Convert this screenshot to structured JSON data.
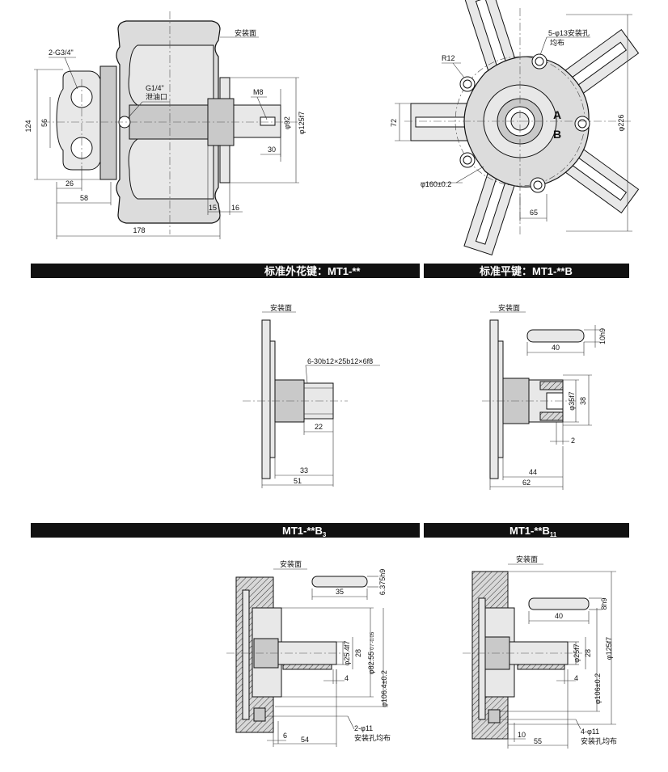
{
  "top_front": {
    "mount_face": "安装面",
    "port_thread": "2-G3/4\"",
    "drain_thread": "G1/4\"",
    "drain_label": "泄油口",
    "shaft_thread": "M8",
    "dia_92": "φ92",
    "dia_125": "φ125f7",
    "d124": "124",
    "d56": "56",
    "d26": "26",
    "d58": "58",
    "d178": "178",
    "d30": "30",
    "d15": "15",
    "d16": "16"
  },
  "top_side": {
    "holes": "5-φ13安装孔",
    "holes_note": "均布",
    "radius": "R12",
    "port_a": "A",
    "port_b": "B",
    "d72": "72",
    "pcd": "φ160±0.2",
    "d65": "65",
    "dia_226": "φ226"
  },
  "bars": {
    "spline": "标准外花键：MT1-**",
    "flat_key": "标准平键：MT1-**B",
    "b3": "MT1-**B",
    "b3_sub": "3",
    "b11": "MT1-**B",
    "b11_sub": "11"
  },
  "spline_view": {
    "mount_face": "安装面",
    "spec": "6-30b12×25b12×6f8",
    "d22": "22",
    "d33": "33",
    "d51": "51"
  },
  "flatkey_view": {
    "mount_face": "安装面",
    "key_w": "10h9",
    "key_l": "40",
    "shaft": "φ35f7",
    "d38": "38",
    "d2": "2",
    "d44": "44",
    "d62": "62"
  },
  "b3_view": {
    "mount_face": "安装面",
    "key_w": "6.375h9",
    "key_l": "35",
    "shaft": "φ25.4f7",
    "d28": "28",
    "pilot": "φ82.55",
    "pilot_tol": "0 / -0.05",
    "d4": "4",
    "pcd": "φ106.4±0.2",
    "holes": "2-φ11",
    "holes_note": "安装孔均布",
    "d6": "6",
    "d54": "54"
  },
  "b11_view": {
    "mount_face": "安装面",
    "key_w": "8h9",
    "key_l": "40",
    "shaft": "φ25f7",
    "d28": "28",
    "pilot": "φ125f7",
    "d4": "4",
    "pcd": "φ106±0.2",
    "holes": "4-φ11",
    "holes_note": "安装孔均布",
    "d10": "10",
    "d55": "55"
  }
}
